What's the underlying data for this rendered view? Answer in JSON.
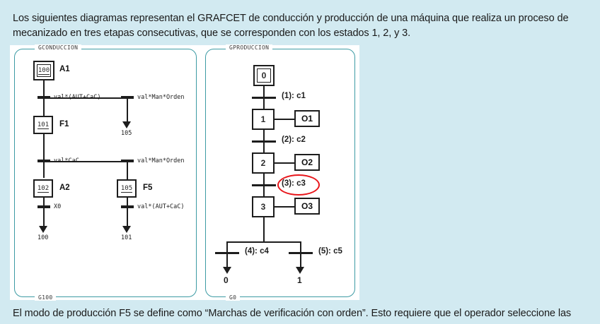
{
  "intro_text": "Los siguientes diagramas representan el GRAFCET de conducción y producción de una máquina que realiza un proceso de mecanizado en tres etapas consecutivas, que se corresponden con los estados 1, 2, y 3.",
  "outro_text": "El modo de producción F5 se define como “Marchas de verificación con orden”. Esto requiere que el operador seleccione las",
  "colors": {
    "page_background": "#d2eaf1",
    "panel_background": "#ffffff",
    "frame_border": "#3d9ba4",
    "diagram_ink": "#1d1d1d",
    "annotation_red": "#e8161b"
  },
  "left_diagram": {
    "legend_top": "GCONDUCCION",
    "legend_bottom": "G100",
    "steps": [
      {
        "number": "100",
        "label": "A1",
        "initial": true
      },
      {
        "number": "101",
        "label": "F1",
        "initial": false
      },
      {
        "number": "102",
        "label": "A2",
        "initial": false
      },
      {
        "number": "105",
        "label": "F5",
        "initial": false
      }
    ],
    "transitions": [
      {
        "condition": "val*(AUT+CaC)"
      },
      {
        "condition": "val*Man*Orden"
      },
      {
        "condition": "val*CaC"
      },
      {
        "condition": "val*Man*Orden"
      },
      {
        "condition": "X0"
      },
      {
        "condition": "val*(AUT+CaC)"
      }
    ],
    "jumps": [
      {
        "target": "105"
      },
      {
        "target": "100"
      },
      {
        "target": "101"
      }
    ]
  },
  "right_diagram": {
    "legend_top": "GPRODUCCION",
    "legend_bottom": "G0",
    "steps": [
      {
        "number": "0",
        "initial": true
      },
      {
        "number": "1",
        "initial": false
      },
      {
        "number": "2",
        "initial": false
      },
      {
        "number": "3",
        "initial": false
      }
    ],
    "actions": [
      {
        "name": "O1"
      },
      {
        "name": "O2"
      },
      {
        "name": "O3"
      }
    ],
    "transitions": [
      {
        "condition": "(1): c1"
      },
      {
        "condition": "(2): c2"
      },
      {
        "condition": "(3): c3",
        "highlighted": true
      },
      {
        "condition": "(4): c4"
      },
      {
        "condition": "(5): c5"
      }
    ],
    "jumps": [
      {
        "target": "0"
      },
      {
        "target": "1"
      }
    ]
  }
}
